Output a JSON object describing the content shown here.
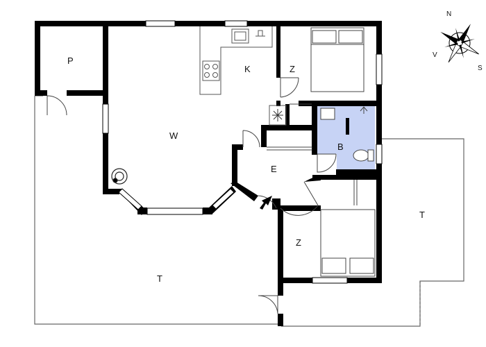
{
  "rooms": {
    "p": "P",
    "k": "K",
    "z_top": "Z",
    "w": "W",
    "b": "B",
    "e": "E",
    "t_right": "T",
    "z_bottom": "Z",
    "t_left": "T"
  },
  "compass": {
    "n": "N",
    "v": "V",
    "s": "S"
  },
  "colors": {
    "wall": "#000000",
    "bathroom_fill": "#c7d3f5",
    "line": "#555555",
    "background": "#ffffff"
  }
}
